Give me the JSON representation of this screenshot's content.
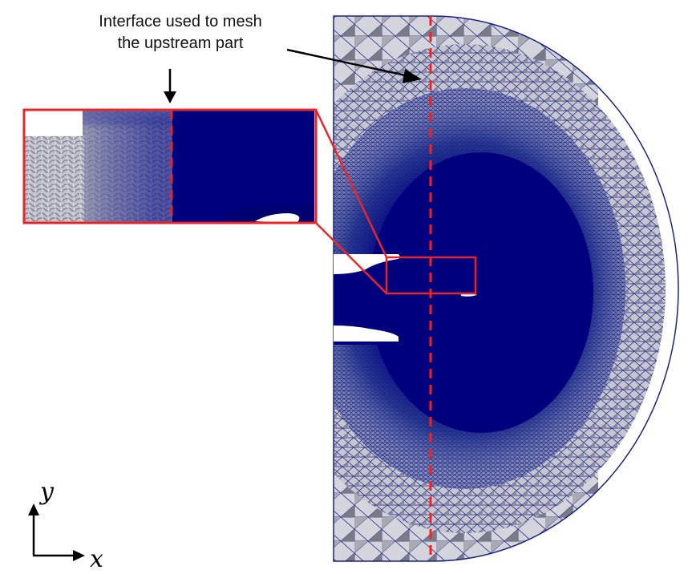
{
  "annotation": {
    "line1": "Interface used to mesh",
    "line2": "the upstream part"
  },
  "axes": {
    "y_label": "y",
    "x_label": "x"
  },
  "colors": {
    "mesh_dense": "#00007f",
    "mesh_edge": "#1a237e",
    "mesh_fill_light": "#cfcfd6",
    "mesh_fill_dark": "#6e6e78",
    "interface_line": "#e8262a",
    "zoom_box": "#e8262a",
    "arrow": "#000000"
  },
  "icons": {
    "interface_pointer": "arrow-icon",
    "inset_pointer": "down-arrow-icon"
  }
}
